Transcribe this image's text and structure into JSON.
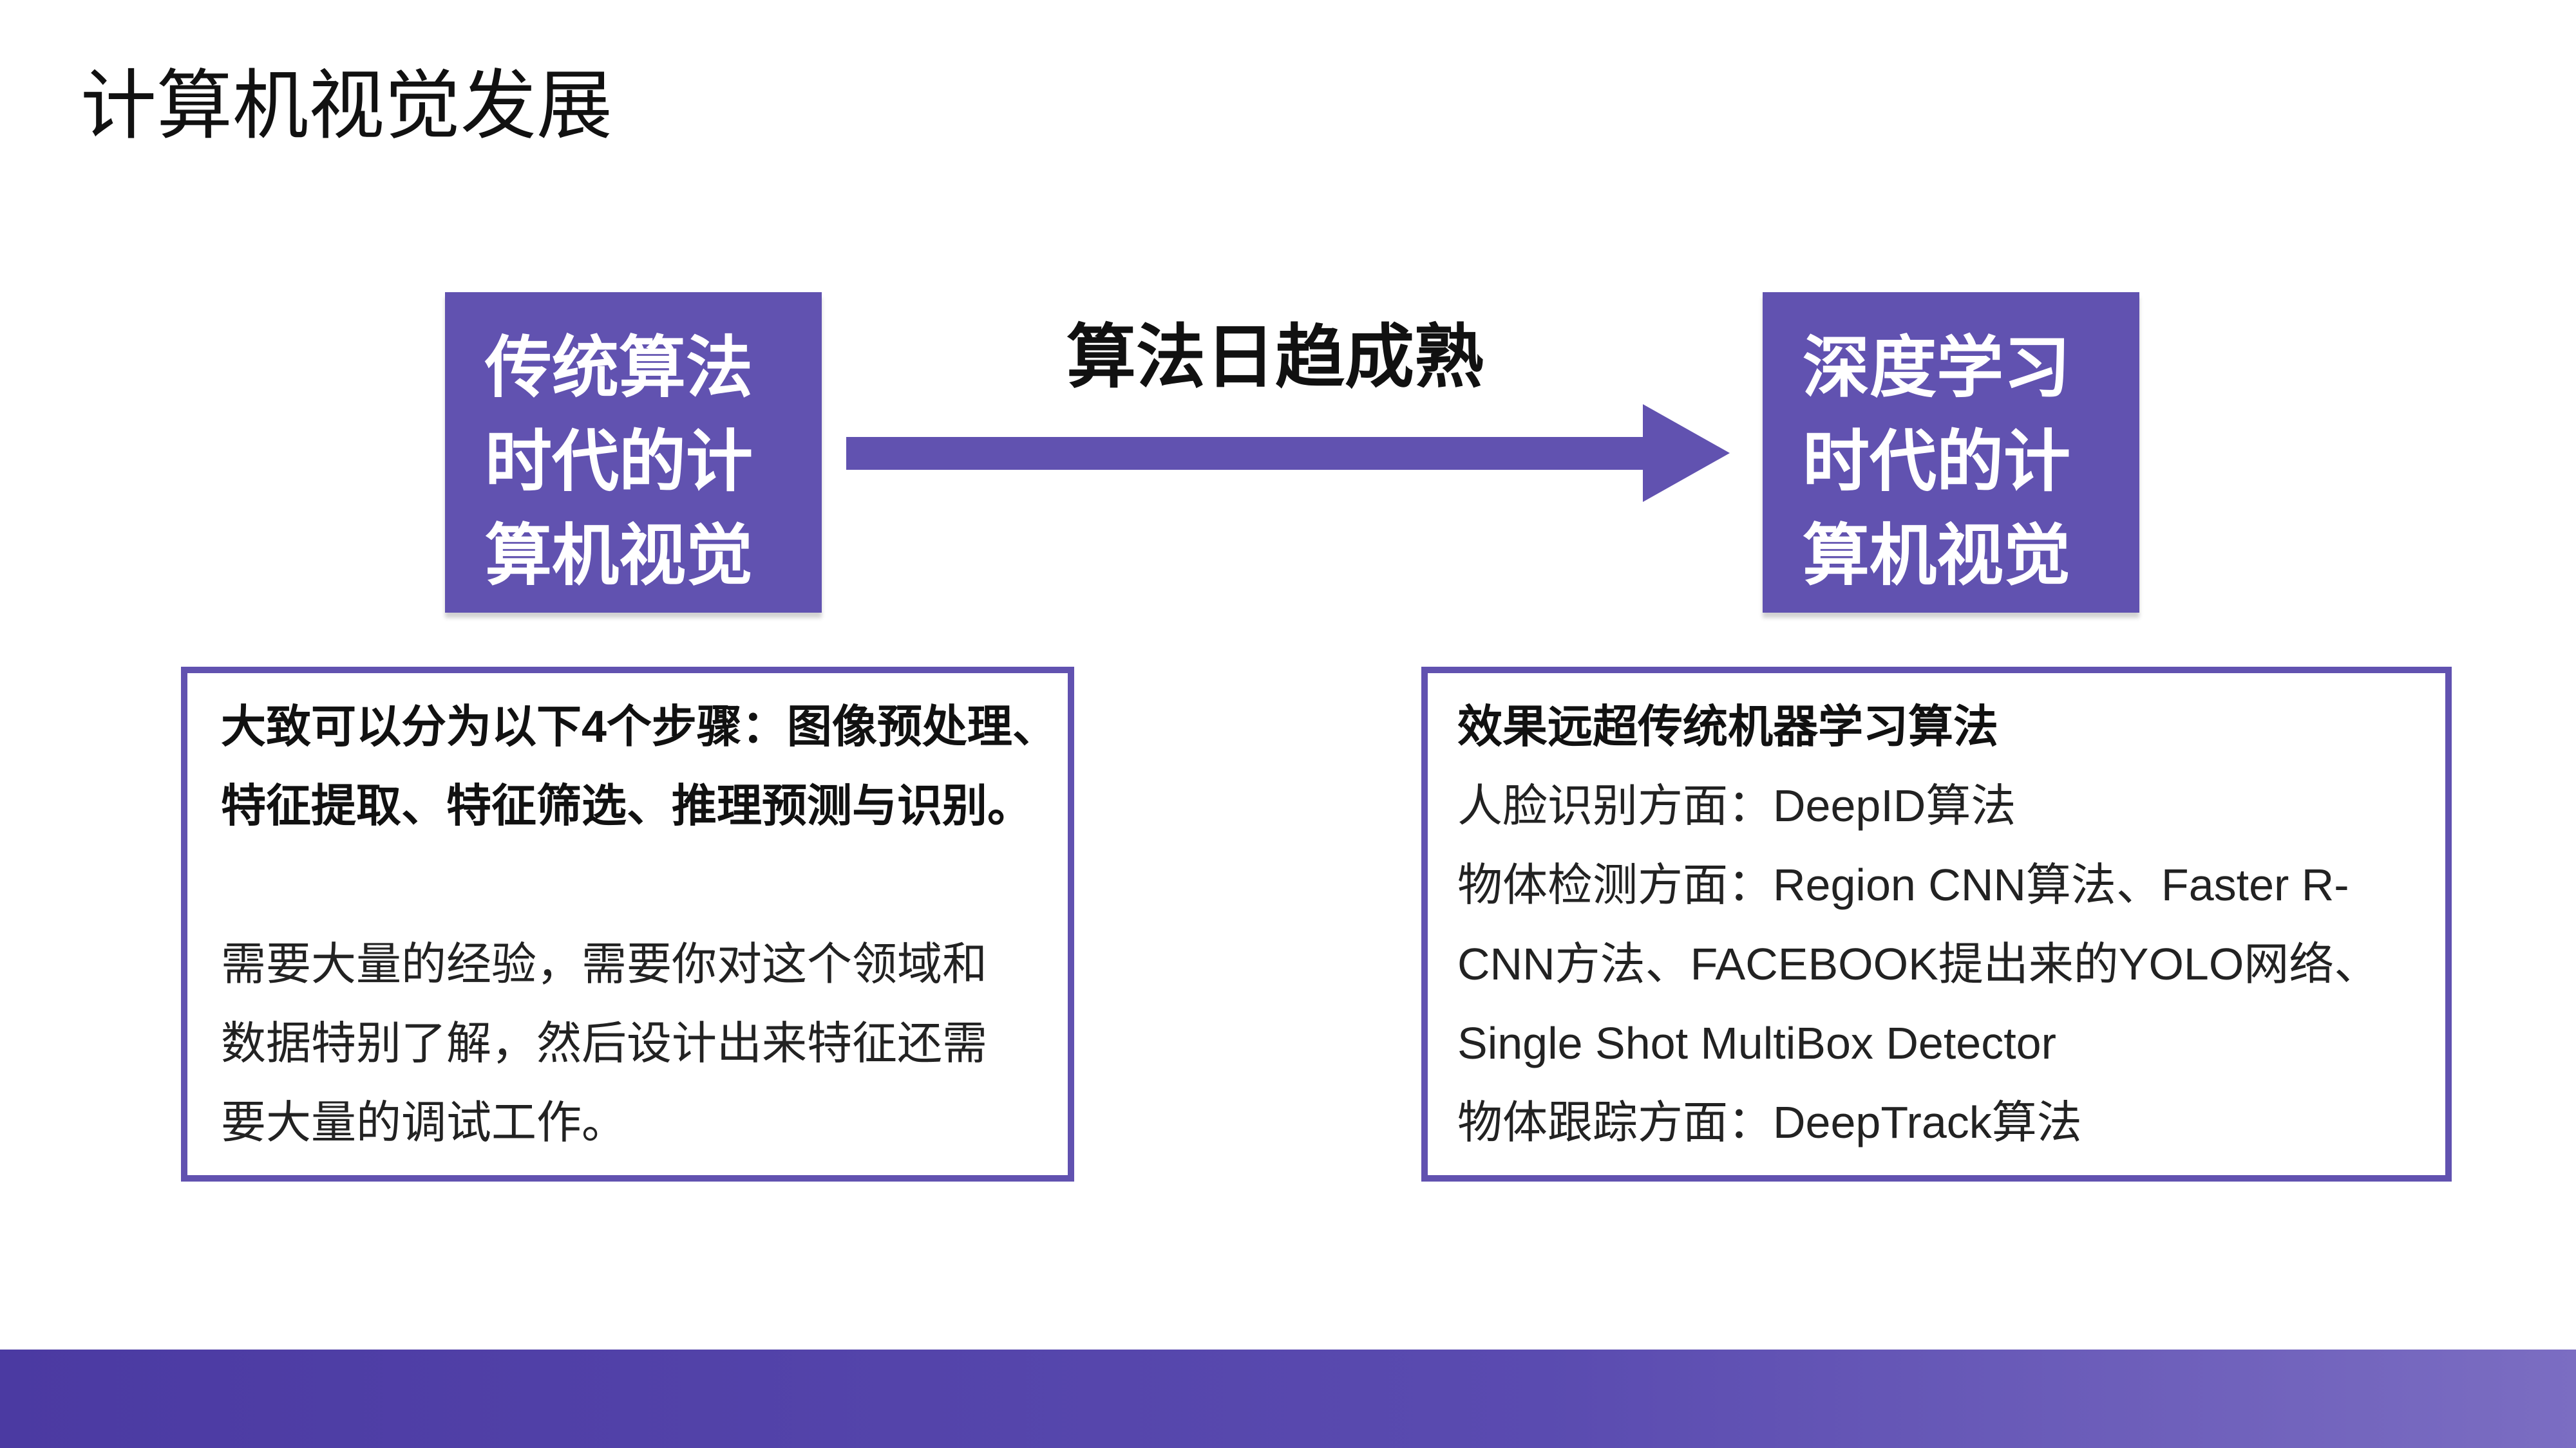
{
  "title": "计算机视觉发展",
  "left_box": {
    "lines": [
      "传统算法",
      "时代的计",
      "算机视觉"
    ]
  },
  "right_box": {
    "lines": [
      "深度学习",
      "时代的计",
      "算机视觉"
    ]
  },
  "arrow_label": "算法日趋成熟",
  "left_text": {
    "bold_lines": [
      "大致可以分为以下4个步骤：图像预处理、",
      "特征提取、特征筛选、推理预测与识别。"
    ],
    "lines": [
      "需要大量的经验，需要你对这个领域和",
      "数据特别了解，然后设计出来特征还需",
      "要大量的调试工作。"
    ]
  },
  "right_text": {
    "bold_line": "效果远超传统机器学习算法",
    "lines": [
      "人脸识别方面：DeepID算法",
      "物体检测方面：Region CNN算法、Faster R-",
      "CNN方法、FACEBOOK提出来的YOLO网络、",
      "Single Shot MultiBox Detector",
      "物体跟踪方面：DeepTrack算法"
    ]
  },
  "colors": {
    "accent": "#6152b0"
  }
}
